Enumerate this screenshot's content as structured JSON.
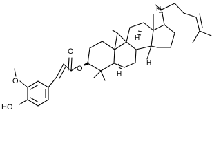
{
  "molecule": {
    "atom_labels": {
      "ester_carbonyl_o": "O",
      "ester_o": "O",
      "methoxy_o": "O",
      "hydroxyl": "HO",
      "h_1": "H",
      "h_2": "H",
      "h_3": "H",
      "h_4": "H"
    }
  }
}
